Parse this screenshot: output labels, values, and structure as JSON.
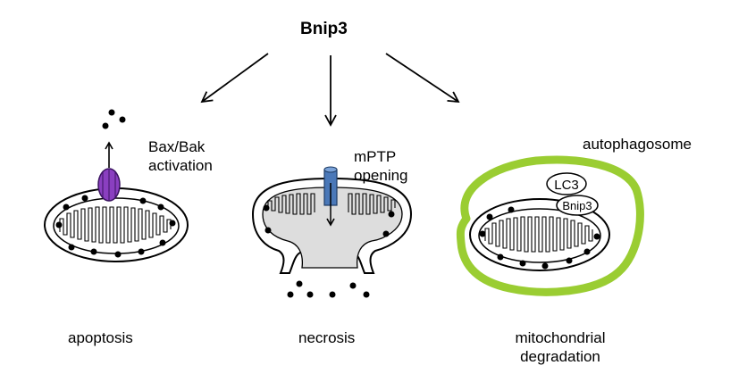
{
  "title": "Bnip3",
  "branches": [
    {
      "annotation": "Bax/Bak\nactivation",
      "caption": "apoptosis"
    },
    {
      "annotation": "mPTP\nopening",
      "caption": "necrosis"
    },
    {
      "annotation": "autophagosome",
      "caption": "mitochondrial\ndegradation"
    }
  ],
  "markers": {
    "lc3": "LC3",
    "bnip3": "Bnip3"
  },
  "colors": {
    "autophagosome": "#9ACD32",
    "bax_bak_channel": "#8A3FC0",
    "mptp_channel": "#4A78B8",
    "ink": "#000000",
    "cytosol_leak": "#DDDDDD"
  }
}
